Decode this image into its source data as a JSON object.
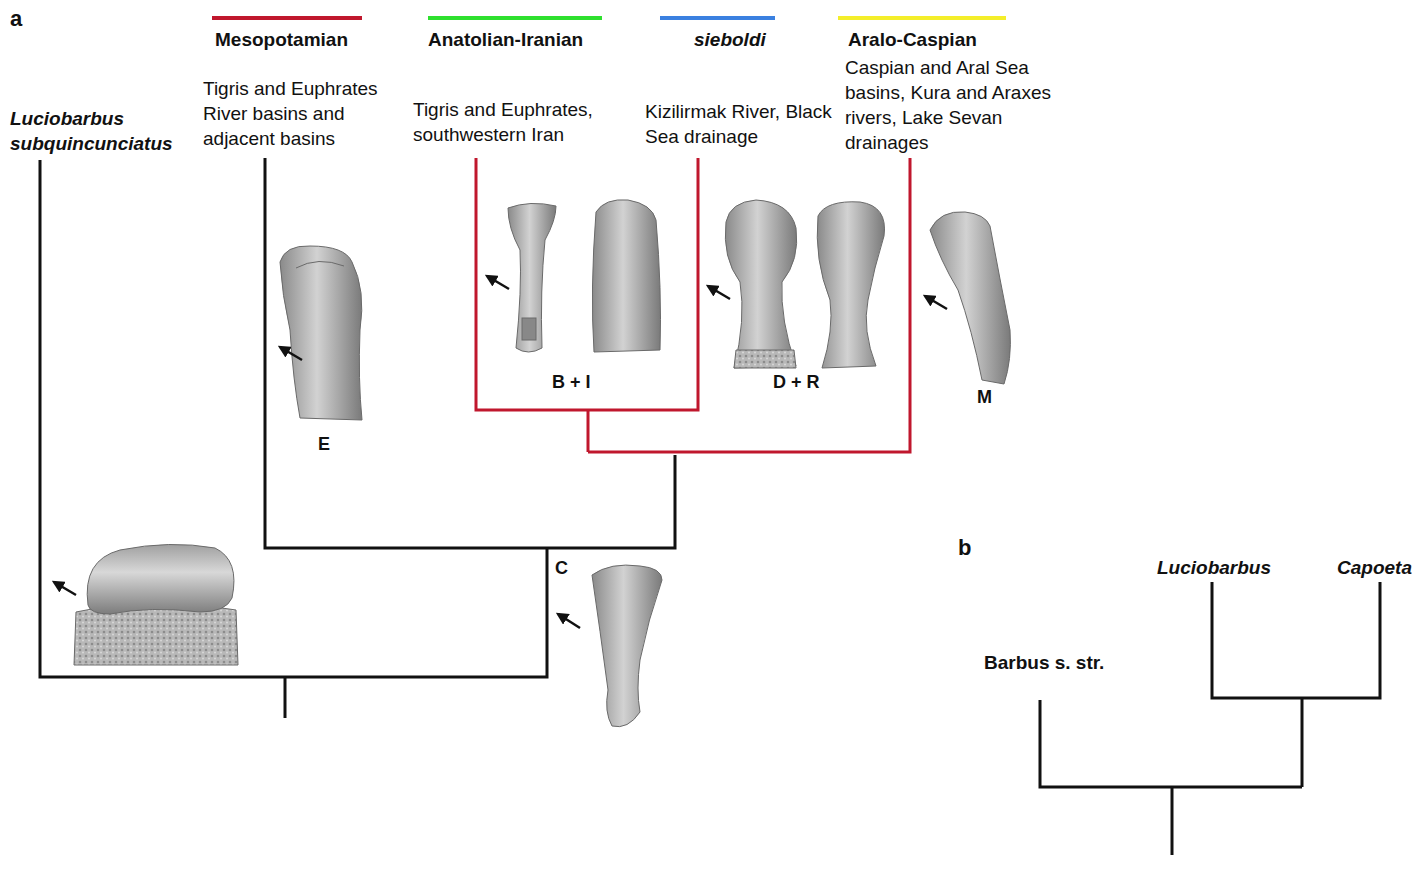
{
  "diagram": {
    "labels": [
      "a",
      "Luciobarbus subquincunciatus",
      "Tigris and Euphrates River basins and adjacent basins",
      "Tigris and Euphrates, southwestern Iran",
      "Kizilirmak River, Black Sea drainage",
      "Caspian and Aral Sea basins, Kura and Araxes rivers, Lake Sevan drainages",
      "B + I",
      "D + R",
      "M",
      "E",
      "C",
      "b",
      "Luciobarbus",
      "Capoeta",
      "Barbus s. str."
    ],
    "legend": [
      {
        "text": "Mesopotamian",
        "color": "#c0172d"
      },
      {
        "text": "Anatolian-Iranian",
        "color": "#2ee02e"
      },
      {
        "text": "sieboldi",
        "color": "#3a80e0"
      },
      {
        "text": "Aralo-Caspian",
        "color": "#f4ee2a"
      }
    ]
  }
}
